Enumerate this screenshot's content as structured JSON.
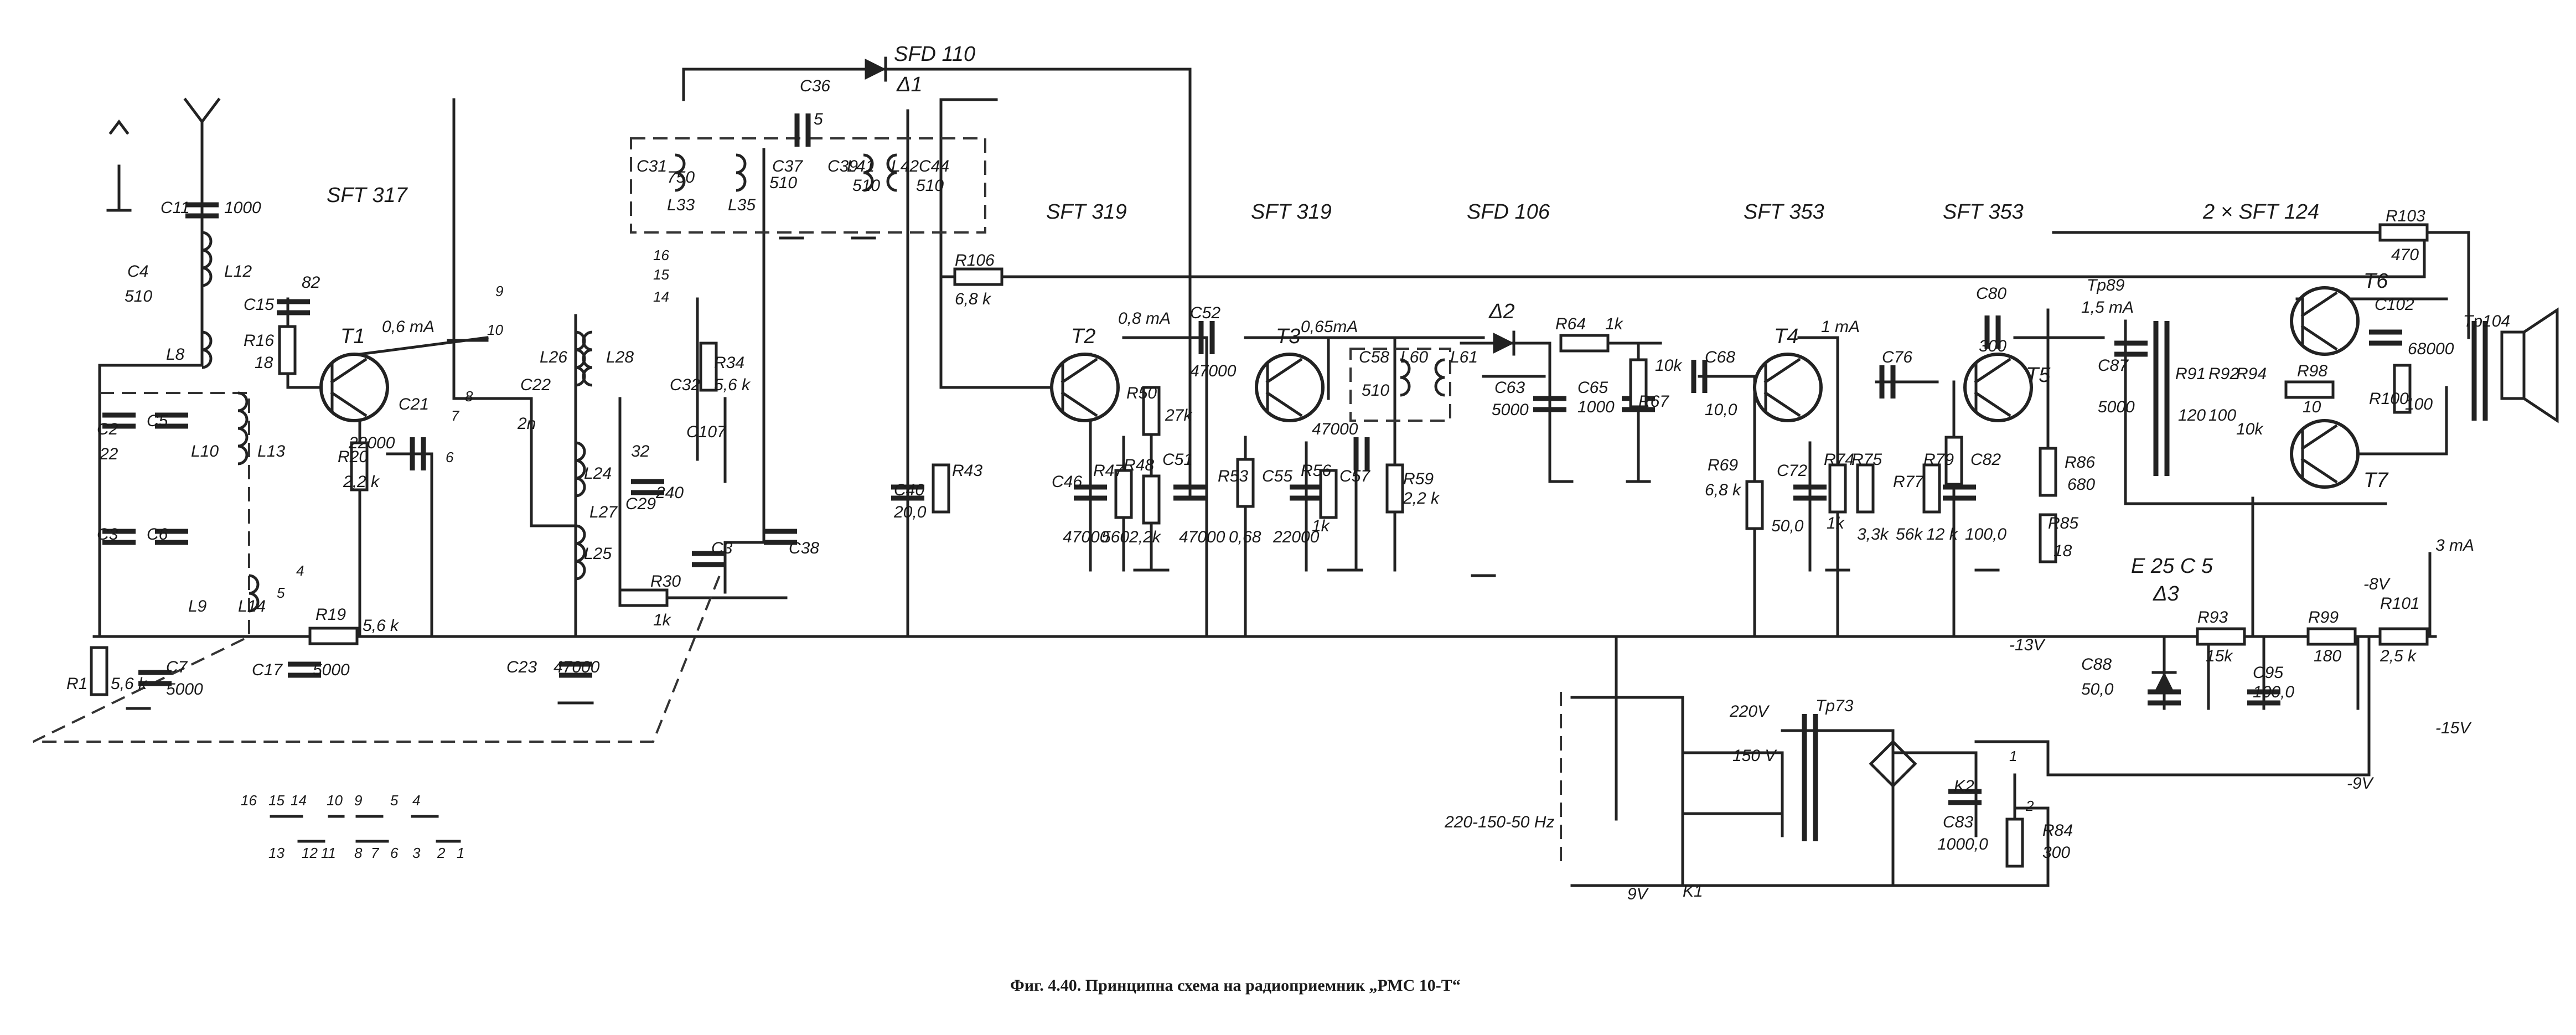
{
  "caption": "Фиг. 4.40. Принципна схема на радиоприемник „РМС 10-Т“",
  "semiconductors": {
    "mixer": "SFT 317",
    "if1": "SFT 319",
    "if2": "SFT 319",
    "detector": "SFD 106",
    "af1": "SFT 353",
    "af2": "SFT 353",
    "output": "2 × SFT 124",
    "agc_diode": "SFD 110",
    "agc_diode_ref": "Δ1",
    "det_diode_ref": "Δ2",
    "zener": "E 25 C 5",
    "zener_ref": "Δ3"
  },
  "transistors": [
    "T1",
    "T2",
    "T3",
    "T4",
    "T5",
    "T6",
    "T7"
  ],
  "currents": {
    "t1": "0,6 mA",
    "t2": "0,8 mA",
    "t3": "0,65mA",
    "t4": "1 mA",
    "output": "1,5 mA",
    "supply": "3 mA"
  },
  "voltages": {
    "v8": "-8V",
    "v13": "-13V",
    "v15": "-15V",
    "v9": "-9V",
    "battery": "9V",
    "mains": "220-150-50 Hz",
    "tap220": "220V",
    "tap150": "150 V"
  },
  "transformers": {
    "tr89": "Tp89",
    "tr104": "Tp104",
    "tr73": "Tp73"
  },
  "switches": {
    "k1": "K1",
    "k2": "K2",
    "k2_pos1": "1",
    "k2_pos2": "2",
    "band_top": [
      "16",
      "15",
      "14",
      "10",
      "9",
      "5",
      "4"
    ],
    "band_bottom": [
      "13",
      "12",
      "11",
      "8",
      "7",
      "6",
      "3",
      "2",
      "1"
    ],
    "s16": "16",
    "s15": "15",
    "s14": "14",
    "s9": "9",
    "s10": "10",
    "s8": "8",
    "s7": "7",
    "s6": "6",
    "s4": "4",
    "s5": "5"
  },
  "components": {
    "C11": {
      "ref": "C11",
      "value": "1000"
    },
    "C4": {
      "ref": "C4",
      "value": "510"
    },
    "L12": {
      "ref": "L12"
    },
    "L8": {
      "ref": "L8"
    },
    "C2": {
      "ref": "C2",
      "value": "22"
    },
    "C5": {
      "ref": "C5"
    },
    "L10": {
      "ref": "L10"
    },
    "L13": {
      "ref": "L13"
    },
    "C3a": {
      "ref": "C3"
    },
    "C6": {
      "ref": "C6"
    },
    "L9": {
      "ref": "L9"
    },
    "L14": {
      "ref": "L14"
    },
    "R1": {
      "ref": "R1",
      "value": "5,6 k"
    },
    "C7": {
      "ref": "C7",
      "value": "5000"
    },
    "C15": {
      "ref": "C15",
      "value": "82"
    },
    "R16": {
      "ref": "R16",
      "value": "18"
    },
    "R20": {
      "ref": "R20",
      "value": "2,2 k"
    },
    "C21": {
      "ref": "C21",
      "value": "22000"
    },
    "C22": {
      "ref": "C22",
      "value": "2n"
    },
    "R19": {
      "ref": "R19",
      "value": "5,6 k"
    },
    "C17": {
      "ref": "C17",
      "value": "5000"
    },
    "C23": {
      "ref": "C23",
      "value": "47000"
    },
    "L24": {
      "ref": "L24"
    },
    "L25": {
      "ref": "L25"
    },
    "L26": {
      "ref": "L26"
    },
    "L27": {
      "ref": "L27"
    },
    "L28": {
      "ref": "L28"
    },
    "C29": {
      "ref": "C29",
      "value": "240"
    },
    "R30": {
      "ref": "R30",
      "value": "1k"
    },
    "C31": {
      "ref": "C31",
      "value": "750"
    },
    "C32": {
      "ref": "C32"
    },
    "L33": {
      "ref": "L33"
    },
    "R34": {
      "ref": "R34",
      "value": "5,6 k"
    },
    "L35": {
      "ref": "L35"
    },
    "C36": {
      "ref": "C36",
      "value": "5"
    },
    "C37": {
      "ref": "C37",
      "value": "510"
    },
    "C38": {
      "ref": "C38"
    },
    "C3b": {
      "ref": "C3"
    },
    "C39": {
      "ref": "C39"
    },
    "C107": {
      "ref": "C107",
      "value": "32"
    },
    "L41": {
      "ref": "L41",
      "value": "510"
    },
    "L42": {
      "ref": "L42"
    },
    "C44": {
      "ref": "C44",
      "value": "510"
    },
    "C40": {
      "ref": "C40",
      "value": "20,0"
    },
    "R43": {
      "ref": "R43"
    },
    "R106": {
      "ref": "R106",
      "value": "6,8 k"
    },
    "C46": {
      "ref": "C46",
      "value": "47000"
    },
    "R47": {
      "ref": "R47",
      "value": "560"
    },
    "R48": {
      "ref": "R48",
      "value": "2,2k"
    },
    "R50": {
      "ref": "R50",
      "value": "27k"
    },
    "C51": {
      "ref": "C51",
      "value": "47000"
    },
    "C52": {
      "ref": "C52",
      "value": "47000"
    },
    "R53": {
      "ref": "R53",
      "value": "0,68"
    },
    "C55": {
      "ref": "C55",
      "value": "22000"
    },
    "R56": {
      "ref": "R56",
      "value": "1k"
    },
    "C57": {
      "ref": "C57",
      "value": "47000"
    },
    "C58": {
      "ref": "C58",
      "value": "510"
    },
    "R59": {
      "ref": "R59",
      "value": "2,2 k"
    },
    "L60": {
      "ref": "L60"
    },
    "L61": {
      "ref": "L61"
    },
    "C63": {
      "ref": "C63",
      "value": "5000"
    },
    "R64": {
      "ref": "R64",
      "value": "1k"
    },
    "C65": {
      "ref": "C65",
      "value": "1000"
    },
    "R67": {
      "ref": "R67",
      "value": "10k"
    },
    "C68": {
      "ref": "C68",
      "value": "10,0"
    },
    "R69": {
      "ref": "R69",
      "value": "6,8 k"
    },
    "C72": {
      "ref": "C72",
      "value": "50,0"
    },
    "R74": {
      "ref": "R74",
      "value": "1k"
    },
    "R75": {
      "ref": "R75",
      "value": "3,3k"
    },
    "C76": {
      "ref": "C76"
    },
    "R77": {
      "ref": "R77",
      "value": "56k"
    },
    "R79": {
      "ref": "R79",
      "value": "12 k"
    },
    "C80": {
      "ref": "C80",
      "value": "300"
    },
    "C82": {
      "ref": "C82",
      "value": "100,0"
    },
    "C83": {
      "ref": "C83",
      "value": "1000,0"
    },
    "R84": {
      "ref": "R84",
      "value": "300"
    },
    "R85": {
      "ref": "R85",
      "value": "18"
    },
    "R86": {
      "ref": "R86",
      "value": "680"
    },
    "C87": {
      "ref": "C87",
      "value": "5000"
    },
    "C88": {
      "ref": "C88",
      "value": "50,0"
    },
    "R91": {
      "ref": "R91",
      "value": "120"
    },
    "R92": {
      "ref": "R92",
      "value": "100"
    },
    "R93": {
      "ref": "R93",
      "value": "15k"
    },
    "R94": {
      "ref": "R94",
      "value": "10k"
    },
    "C95": {
      "ref": "C95",
      "value": "100,0"
    },
    "R98": {
      "ref": "R98",
      "value": "10"
    },
    "R99": {
      "ref": "R99",
      "value": "180"
    },
    "R100": {
      "ref": "R100",
      "value": "100"
    },
    "R101": {
      "ref": "R101",
      "value": "2,5 k"
    },
    "C102": {
      "ref": "C102",
      "value": "68000"
    },
    "R103": {
      "ref": "R103",
      "value": "470"
    }
  }
}
